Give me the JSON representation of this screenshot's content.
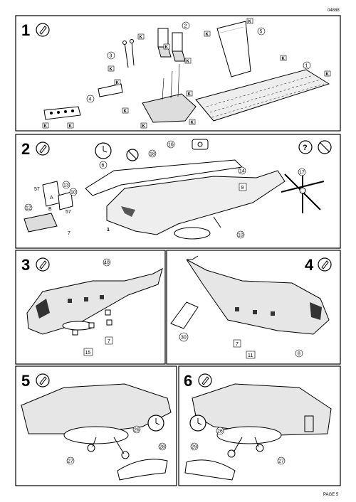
{
  "document": {
    "code_number": "04888",
    "page_label": "PAGE 5"
  },
  "steps": [
    {
      "number": "1"
    },
    {
      "number": "2"
    },
    {
      "number": "3"
    },
    {
      "number": "4"
    },
    {
      "number": "5"
    },
    {
      "number": "6"
    }
  ],
  "callouts": {
    "s1": [
      "2",
      "5",
      "3",
      "4",
      "1"
    ],
    "s1_codes": [
      "K",
      "K",
      "K",
      "K",
      "K",
      "K",
      "K",
      "K",
      "K",
      "K",
      "K",
      "K",
      "K",
      "K",
      "K"
    ],
    "s2": [
      "18",
      "16",
      "6",
      "14",
      "9",
      "57",
      "13",
      "12",
      "57",
      "7",
      "10",
      "10",
      "17",
      "1"
    ],
    "s2_letters": [
      "A",
      "B"
    ],
    "s3": [
      "40",
      "7",
      "15"
    ],
    "s4": [
      "30",
      "7",
      "8",
      "11"
    ],
    "s5": [
      "26",
      "27",
      "28"
    ],
    "s6": [
      "26",
      "27",
      "29"
    ]
  },
  "icons": [
    "paint-brush-icon",
    "no-glue-icon",
    "question-icon",
    "clock-icon",
    "wrench-icon"
  ]
}
